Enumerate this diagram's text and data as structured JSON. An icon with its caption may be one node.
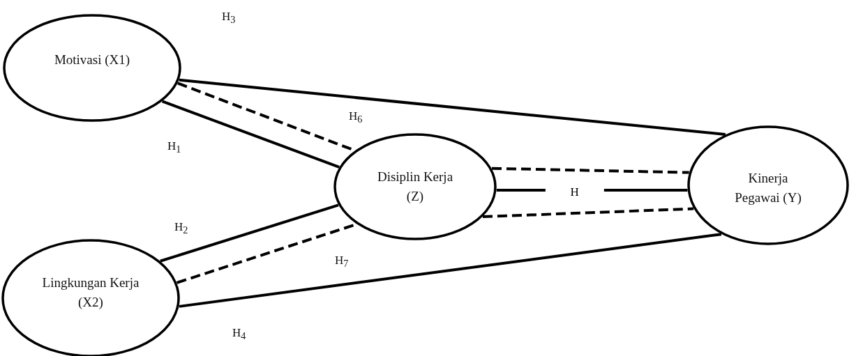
{
  "diagram": {
    "nodes": [
      {
        "text": [
          "Motivasi (X1)"
        ]
      },
      {
        "text": [
          "Disiplin Kerja (Z)"
        ]
      },
      {
        "text": [
          "Kinerja Pegawai (Y)"
        ]
      },
      {
        "text": [
          "Lingkungan Kerja (X2)"
        ]
      }
    ],
    "edges": [
      {
        "from": 0,
        "to": 2,
        "arrow": "none"
      },
      {
        "from": 0,
        "to": 1,
        "arrow": "none",
        "style": "dashed"
      },
      {
        "from": 0,
        "to": 1,
        "arrow": "none"
      },
      {
        "from": 1,
        "to": 2,
        "arrow": "none",
        "style": "dashed"
      },
      {
        "from": 1,
        "to": 2,
        "arrow": "none",
        "label": "H"
      },
      {
        "from": 1,
        "to": 2,
        "arrow": "none",
        "style": "dashed"
      },
      {
        "from": 3,
        "to": 1,
        "arrow": "none"
      },
      {
        "from": 3,
        "to": 1,
        "arrow": "none",
        "style": "dashed"
      },
      {
        "from": 3,
        "to": 2,
        "arrow": "none"
      }
    ],
    "labels": [
      "H$_{3}$",
      "H$_{6}$",
      "H$_{1}$",
      "H$_{2}$",
      "H$_{7}$",
      "H$_{4}$"
    ]
  }
}
